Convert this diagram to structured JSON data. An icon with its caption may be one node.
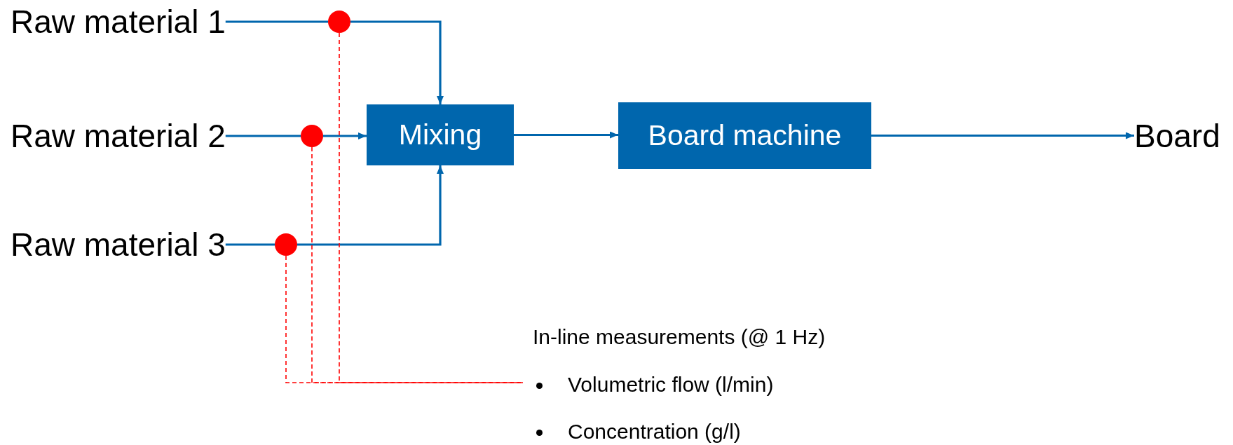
{
  "diagram": {
    "nodes": [
      {
        "text": [
          "Raw material 1"
        ]
      },
      {
        "text": [
          "Raw material 2"
        ]
      },
      {
        "text": [
          "Raw material 3"
        ]
      },
      {
        "text": [
          "Mixing"
        ]
      },
      {
        "text": [
          "Board machine"
        ]
      },
      {
        "text": [
          "Board"
        ]
      },
      {
        "text": [],
        "shape": "circle"
      },
      {
        "text": [],
        "shape": "circle"
      },
      {
        "text": [],
        "shape": "circle"
      },
      {
        "text": [
          "In-line measurements (@ 1 Hz)",
          "Volumetric flow (l/min)",
          "Concentration (g/l)"
        ]
      }
    ],
    "edges": [
      {
        "from": 0,
        "to": 6,
        "arrow": "none"
      },
      {
        "from": 6,
        "to": 3,
        "arrow": "to"
      },
      {
        "from": 1,
        "to": 7,
        "arrow": "none"
      },
      {
        "from": 7,
        "to": 3,
        "arrow": "to"
      },
      {
        "from": 2,
        "to": 8,
        "arrow": "none"
      },
      {
        "from": 8,
        "to": 3,
        "arrow": "to"
      },
      {
        "from": 3,
        "to": 4,
        "arrow": "to"
      },
      {
        "from": 4,
        "to": 5,
        "arrow": "to"
      },
      {
        "from": 6,
        "to": 9,
        "arrow": "none",
        "style": "dashed",
        "color": "#ff0000"
      },
      {
        "from": 7,
        "to": 9,
        "arrow": "none",
        "style": "dashed",
        "color": "#ff0000"
      },
      {
        "from": 8,
        "to": 9,
        "arrow": "none",
        "style": "dashed",
        "color": "#ff0000"
      }
    ]
  }
}
